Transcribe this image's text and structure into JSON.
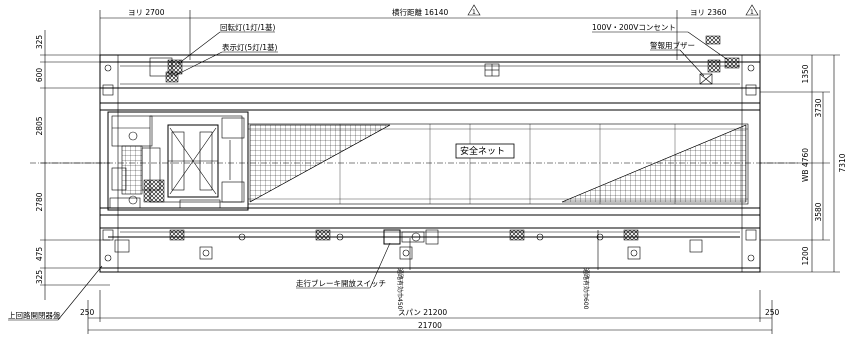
{
  "dims": {
    "left_end": "ヨリ 2700",
    "traverse": "横行距離 16140",
    "rev_mark": "1",
    "right_end": "ヨリ 2360",
    "span": "スパン 21200",
    "overall": "21700",
    "left_overhang": "250",
    "right_overhang": "250",
    "wb_label": "WB 4760",
    "r1350": "1350",
    "r3730": "3730",
    "r7310": "7310",
    "r3580": "3580",
    "r1200": "1200",
    "l325a": "325",
    "l600": "600",
    "l2805": "2805",
    "l2780": "2780",
    "l475": "475",
    "l325b": "325"
  },
  "labels": {
    "rotating_lamp": "回転灯(1灯/1基)",
    "indicator_lamp": "表示灯(5灯/1基)",
    "outlet": "100V・200Vコンセント",
    "buzzer": "警報用ブザー",
    "safety_net": "安全ネット",
    "brake_switch": "走行ブレーキ開放スイッチ",
    "walkway_left": "通路有効巾450",
    "walkway_right": "通路有効巾600",
    "ladder": "上回路開閉器盤"
  },
  "colors": {
    "line": "#000000",
    "background": "#ffffff"
  }
}
